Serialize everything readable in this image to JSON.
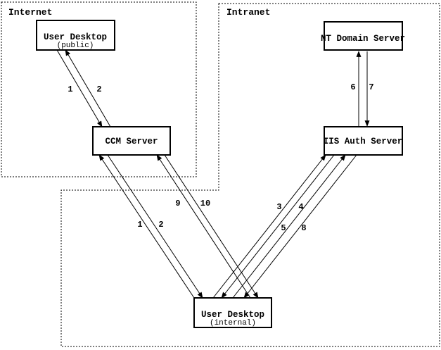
{
  "zones": {
    "internet": {
      "label": "Internet"
    },
    "intranet": {
      "label": "Intranet"
    }
  },
  "nodes": {
    "user_desktop_public": {
      "title": "User Desktop",
      "subtitle": "(public)"
    },
    "ccm_server": {
      "title": "CCM Server"
    },
    "nt_domain_server": {
      "title": "NT Domain Server"
    },
    "iis_auth_server": {
      "title": "IIS Auth Server"
    },
    "user_desktop_internal": {
      "title": "User Desktop",
      "subtitle": "(internal)"
    }
  },
  "arrows": {
    "public_to_ccm": {
      "label": "1",
      "from": "user_desktop_public",
      "to": "ccm_server"
    },
    "ccm_to_public": {
      "label": "2",
      "from": "ccm_server",
      "to": "user_desktop_public"
    },
    "internal_to_ccm": {
      "label": "1",
      "from": "user_desktop_internal",
      "to": "ccm_server"
    },
    "ccm_to_internal": {
      "label": "2",
      "from": "ccm_server",
      "to": "user_desktop_internal"
    },
    "internal_to_iis_a": {
      "label": "3",
      "from": "user_desktop_internal",
      "to": "iis_auth_server"
    },
    "iis_to_internal_a": {
      "label": "4",
      "from": "iis_auth_server",
      "to": "user_desktop_internal"
    },
    "internal_to_iis_b": {
      "label": "5",
      "from": "user_desktop_internal",
      "to": "iis_auth_server"
    },
    "iis_to_nt": {
      "label": "6",
      "from": "iis_auth_server",
      "to": "nt_domain_server"
    },
    "nt_to_iis": {
      "label": "7",
      "from": "nt_domain_server",
      "to": "iis_auth_server"
    },
    "iis_to_internal_b": {
      "label": "8",
      "from": "iis_auth_server",
      "to": "user_desktop_internal"
    },
    "internal_to_ccm_b": {
      "label": "9",
      "from": "user_desktop_internal",
      "to": "ccm_server"
    },
    "ccm_to_internal_b": {
      "label": "10",
      "from": "ccm_server",
      "to": "user_desktop_internal"
    }
  },
  "colors": {
    "background": "#ffffff",
    "stroke": "#000000"
  }
}
